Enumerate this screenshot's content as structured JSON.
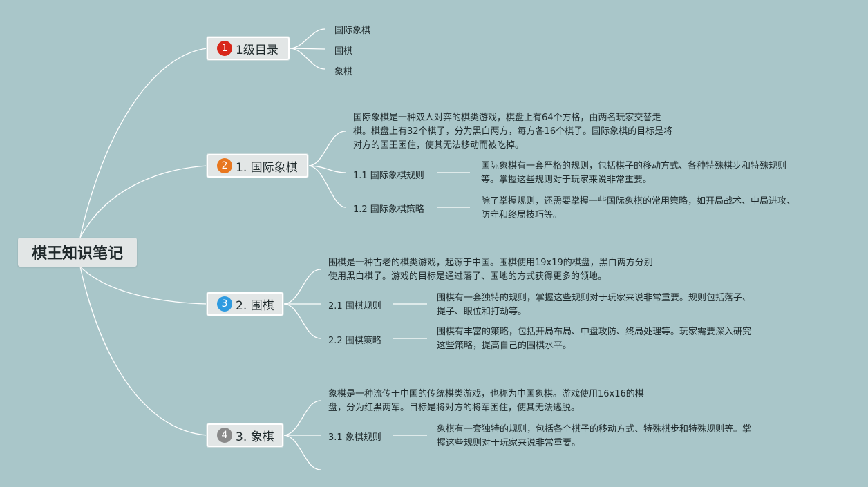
{
  "root": {
    "title": "棋王知识笔记"
  },
  "colors": {
    "badge_1": "#d8271a",
    "badge_2": "#e8771f",
    "badge_3": "#2f9be0",
    "badge_4": "#8a8a8a",
    "line": "#ffffff",
    "background": "#a9c6c9"
  },
  "topics": [
    {
      "badge": "1",
      "label": "1级目录",
      "children": [
        "国际象棋",
        "围棋",
        "象棋"
      ]
    },
    {
      "badge": "2",
      "label": "1. 国际象棋",
      "intro": "国际象棋是一种双人对弈的棋类游戏，棋盘上有64个方格，由两名玩家交替走\n棋。棋盘上有32个棋子，分为黑白两方，每方各16个棋子。国际象棋的目标是将\n对方的国王困住，使其无法移动而被吃掉。",
      "subs": [
        {
          "label": "1.1 国际象棋规则",
          "text": "国际象棋有一套严格的规则，包括棋子的移动方式、各种特殊棋步和特殊规则\n等。掌握这些规则对于玩家来说非常重要。"
        },
        {
          "label": "1.2 国际象棋策略",
          "text": "除了掌握规则，还需要掌握一些国际象棋的常用策略，如开局战术、中局进攻、\n防守和终局技巧等。"
        }
      ]
    },
    {
      "badge": "3",
      "label": "2. 围棋",
      "intro": "围棋是一种古老的棋类游戏，起源于中国。围棋使用19x19的棋盘，黑白两方分别\n使用黑白棋子。游戏的目标是通过落子、围地的方式获得更多的领地。",
      "subs": [
        {
          "label": "2.1 围棋规则",
          "text": "围棋有一套独特的规则，掌握这些规则对于玩家来说非常重要。规则包括落子、\n提子、眼位和打劫等。"
        },
        {
          "label": "2.2 围棋策略",
          "text": "围棋有丰富的策略，包括开局布局、中盘攻防、终局处理等。玩家需要深入研究\n这些策略，提高自己的围棋水平。"
        }
      ]
    },
    {
      "badge": "4",
      "label": "3. 象棋",
      "intro": "象棋是一种流传于中国的传统棋类游戏，也称为中国象棋。游戏使用16x16的棋\n盘，分为红黑两军。目标是将对方的将军困住，使其无法逃脱。",
      "subs": [
        {
          "label": "3.1 象棋规则",
          "text": "象棋有一套独特的规则，包括各个棋子的移动方式、特殊棋步和特殊规则等。掌\n握这些规则对于玩家来说非常重要。"
        }
      ]
    }
  ]
}
